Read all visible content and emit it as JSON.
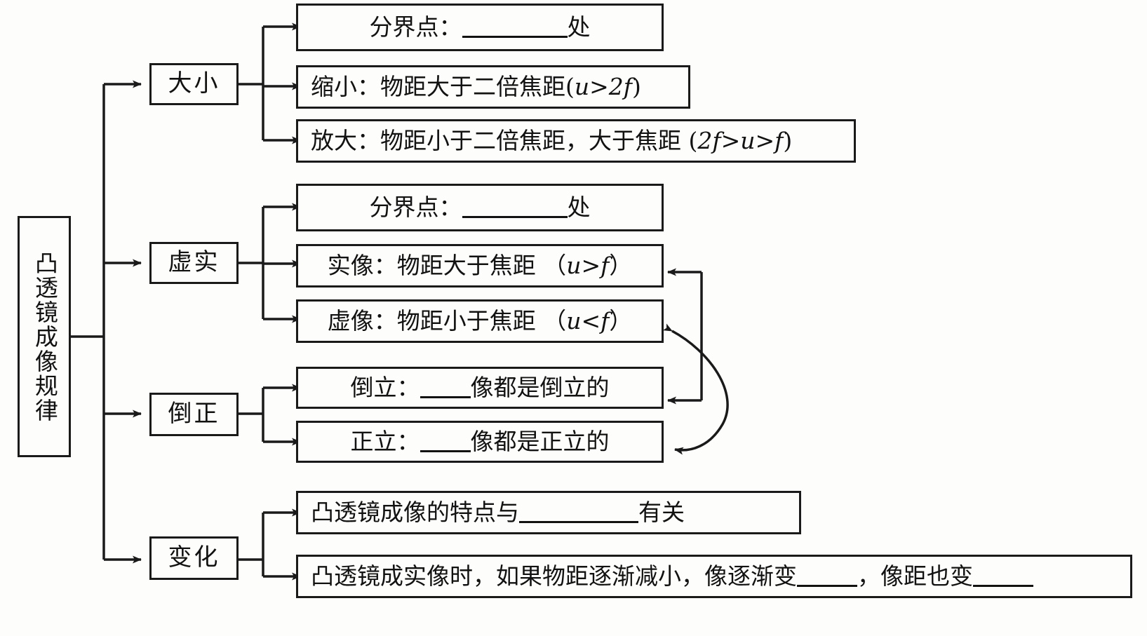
{
  "diagram": {
    "title": "凸透镜成像规律知识结构图",
    "type": "tree-flowchart",
    "root": {
      "label": "凸透镜成像规律",
      "orientation": "vertical"
    },
    "branches": [
      {
        "id": "size",
        "label": "大小",
        "leaves": [
          {
            "id": "size-boundary",
            "prefix": "分界点：",
            "blank": "long",
            "suffix": "处",
            "align": "center"
          },
          {
            "id": "size-reduced",
            "text_a": "缩小：物距大于二倍焦距(",
            "math": "u>2f",
            "text_b": ")",
            "align": "left"
          },
          {
            "id": "size-enlarged",
            "text_a": "放大：物距小于二倍焦距，大于焦距 (",
            "math": "2f>u>f",
            "text_b": ")",
            "align": "left"
          }
        ]
      },
      {
        "id": "reality",
        "label": "虚实",
        "leaves": [
          {
            "id": "reality-boundary",
            "prefix": "分界点：",
            "blank": "long",
            "suffix": "处",
            "align": "center"
          },
          {
            "id": "real-image",
            "text_a": "实像：物距大于焦距 （",
            "math": "u>f",
            "text_b": "）",
            "align": "center"
          },
          {
            "id": "virtual-image",
            "text_a": "虚像：物距小于焦距 （",
            "math": "u<f",
            "text_b": "）",
            "align": "center"
          }
        ]
      },
      {
        "id": "orientation",
        "label": "倒正",
        "leaves": [
          {
            "id": "inverted",
            "prefix": "倒立：",
            "blank": "short",
            "suffix": "像都是倒立的",
            "align": "center"
          },
          {
            "id": "upright",
            "prefix": "正立：",
            "blank": "short",
            "suffix": "像都是正立的",
            "align": "center"
          }
        ]
      },
      {
        "id": "change",
        "label": "变化",
        "leaves": [
          {
            "id": "change-factor",
            "prefix": "凸透镜成像的特点与",
            "blank": "mid",
            "suffix": "有关",
            "align": "left"
          },
          {
            "id": "change-trend",
            "prefix": "凸透镜成实像时，如果物距逐渐减小，像逐渐变",
            "blank": "tiny",
            "mid": "，像距也变",
            "blank2": "tiny",
            "align": "left"
          }
        ]
      }
    ],
    "cross_links": [
      {
        "id": "real-to-inverted",
        "from": "inverted",
        "to": "real-image",
        "style": "bracket",
        "arrowheads": "both-ends-left"
      },
      {
        "id": "virtual-to-upright",
        "from": "upright",
        "to": "virtual-image",
        "style": "curve",
        "arrowheads": "double"
      }
    ],
    "colors": {
      "stroke": "#1a1a1a",
      "text": "#121212",
      "background": "#fdfdfc"
    }
  }
}
